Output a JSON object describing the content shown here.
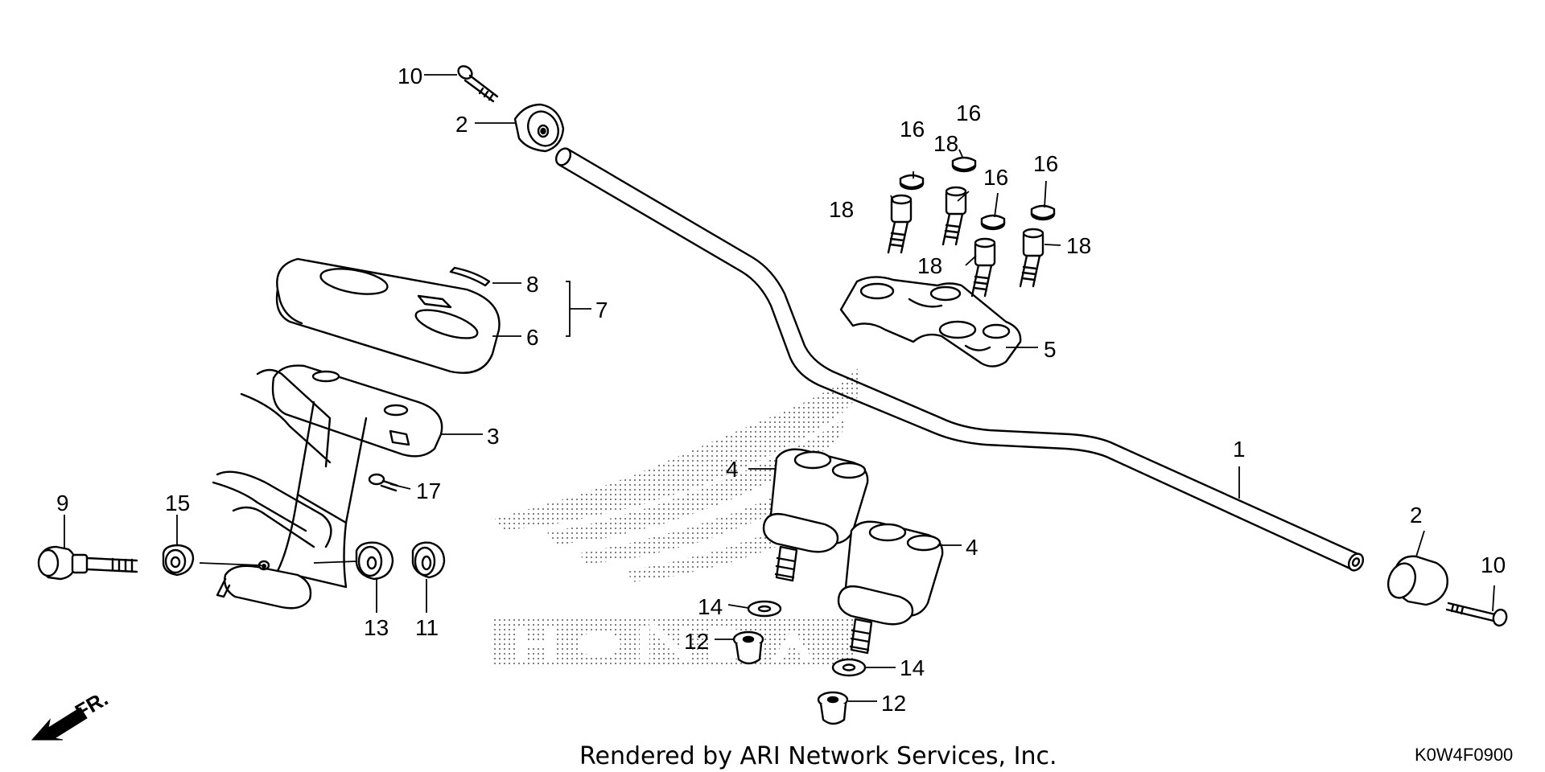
{
  "diagram": {
    "footer": "Rendered by ARI Network Services, Inc.",
    "diagram_code": "K0W4F0900",
    "direction_label": "FR.",
    "watermark_icon": "honda-wing-watermark-icon",
    "arrow_icon": "front-direction-arrow-icon",
    "callouts": [
      {
        "id": "c1",
        "label": "1"
      },
      {
        "id": "c2a",
        "label": "2"
      },
      {
        "id": "c2b",
        "label": "2"
      },
      {
        "id": "c3",
        "label": "3"
      },
      {
        "id": "c4a",
        "label": "4"
      },
      {
        "id": "c4b",
        "label": "4"
      },
      {
        "id": "c5",
        "label": "5"
      },
      {
        "id": "c6",
        "label": "6"
      },
      {
        "id": "c7",
        "label": "7"
      },
      {
        "id": "c8",
        "label": "8"
      },
      {
        "id": "c9",
        "label": "9"
      },
      {
        "id": "c10a",
        "label": "10"
      },
      {
        "id": "c10b",
        "label": "10"
      },
      {
        "id": "c11",
        "label": "11"
      },
      {
        "id": "c12a",
        "label": "12"
      },
      {
        "id": "c12b",
        "label": "12"
      },
      {
        "id": "c13",
        "label": "13"
      },
      {
        "id": "c14a",
        "label": "14"
      },
      {
        "id": "c14b",
        "label": "14"
      },
      {
        "id": "c15",
        "label": "15"
      },
      {
        "id": "c16a",
        "label": "16"
      },
      {
        "id": "c16b",
        "label": "16"
      },
      {
        "id": "c16c",
        "label": "16"
      },
      {
        "id": "c16d",
        "label": "16"
      },
      {
        "id": "c17",
        "label": "17"
      },
      {
        "id": "c18a",
        "label": "18"
      },
      {
        "id": "c18b",
        "label": "18"
      },
      {
        "id": "c18c",
        "label": "18"
      },
      {
        "id": "c18d",
        "label": "18"
      }
    ]
  }
}
